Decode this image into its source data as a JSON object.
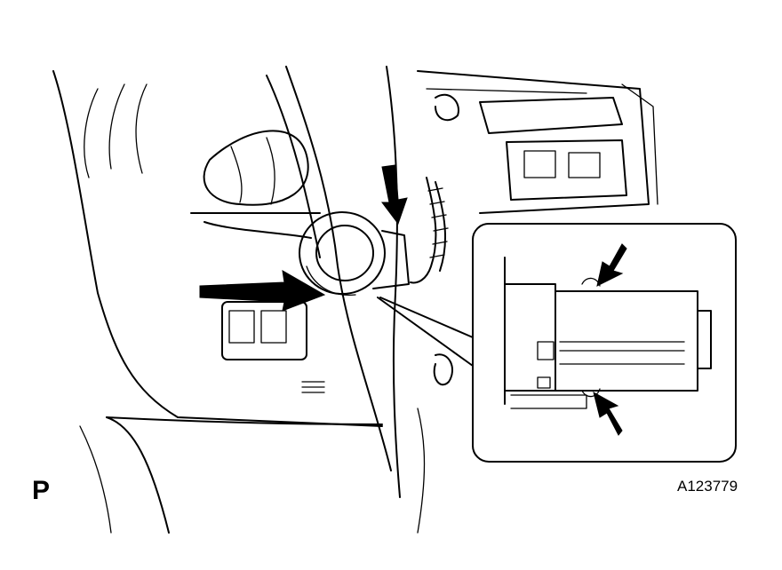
{
  "figure": {
    "view_label": "P",
    "figure_code": "A123779"
  },
  "icons": [
    "push-arrow",
    "release-claw-arrow",
    "detail-callout",
    "switch-connector"
  ]
}
